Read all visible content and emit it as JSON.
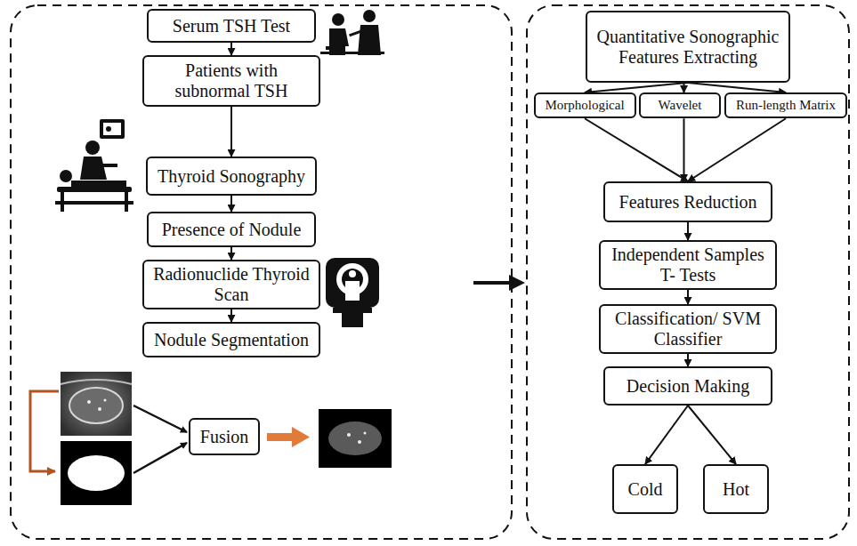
{
  "diagram": {
    "nodes": [
      {
        "text": [
          "Serum TSH Test"
        ]
      },
      {
        "text": [
          "Patients with subnormal TSH"
        ]
      },
      {
        "text": [
          "Thyroid Sonography"
        ]
      },
      {
        "text": [
          "Presence of Nodule"
        ]
      },
      {
        "text": [
          "Radionuclide Thyroid Scan"
        ]
      },
      {
        "text": [
          "Nodule Segmentation"
        ]
      },
      {
        "text": [
          "Fusion"
        ]
      },
      {
        "text": [
          "Quantitative Sonographic Features Extracting"
        ]
      },
      {
        "text": [
          "Morphological"
        ]
      },
      {
        "text": [
          "Wavelet"
        ]
      },
      {
        "text": [
          "Run-length Matrix"
        ]
      },
      {
        "text": [
          "Features Reduction"
        ]
      },
      {
        "text": [
          "Independent Samples T- Tests"
        ]
      },
      {
        "text": [
          "Classification/ SVM Classifier"
        ]
      },
      {
        "text": [
          "Decision Making"
        ]
      },
      {
        "text": [
          "Cold"
        ]
      },
      {
        "text": [
          "Hot"
        ]
      }
    ],
    "edges": [
      {
        "from": 0,
        "to": 1,
        "arrow": "to"
      },
      {
        "from": 1,
        "to": 2,
        "arrow": "to"
      },
      {
        "from": 2,
        "to": 3,
        "arrow": "to"
      },
      {
        "from": 3,
        "to": 4,
        "arrow": "to"
      },
      {
        "from": 4,
        "to": 5,
        "arrow": "to"
      },
      {
        "from": 7,
        "to": 8,
        "arrow": "to"
      },
      {
        "from": 7,
        "to": 9,
        "arrow": "to"
      },
      {
        "from": 7,
        "to": 10,
        "arrow": "to"
      },
      {
        "from": 8,
        "to": 11,
        "arrow": "to"
      },
      {
        "from": 9,
        "to": 11,
        "arrow": "to"
      },
      {
        "from": 10,
        "to": 11,
        "arrow": "to"
      },
      {
        "from": 11,
        "to": 12,
        "arrow": "to"
      },
      {
        "from": 12,
        "to": 13,
        "arrow": "to"
      },
      {
        "from": 13,
        "to": 14,
        "arrow": "to"
      },
      {
        "from": 14,
        "to": 15,
        "arrow": "to"
      },
      {
        "from": 14,
        "to": 16,
        "arrow": "to"
      }
    ]
  }
}
